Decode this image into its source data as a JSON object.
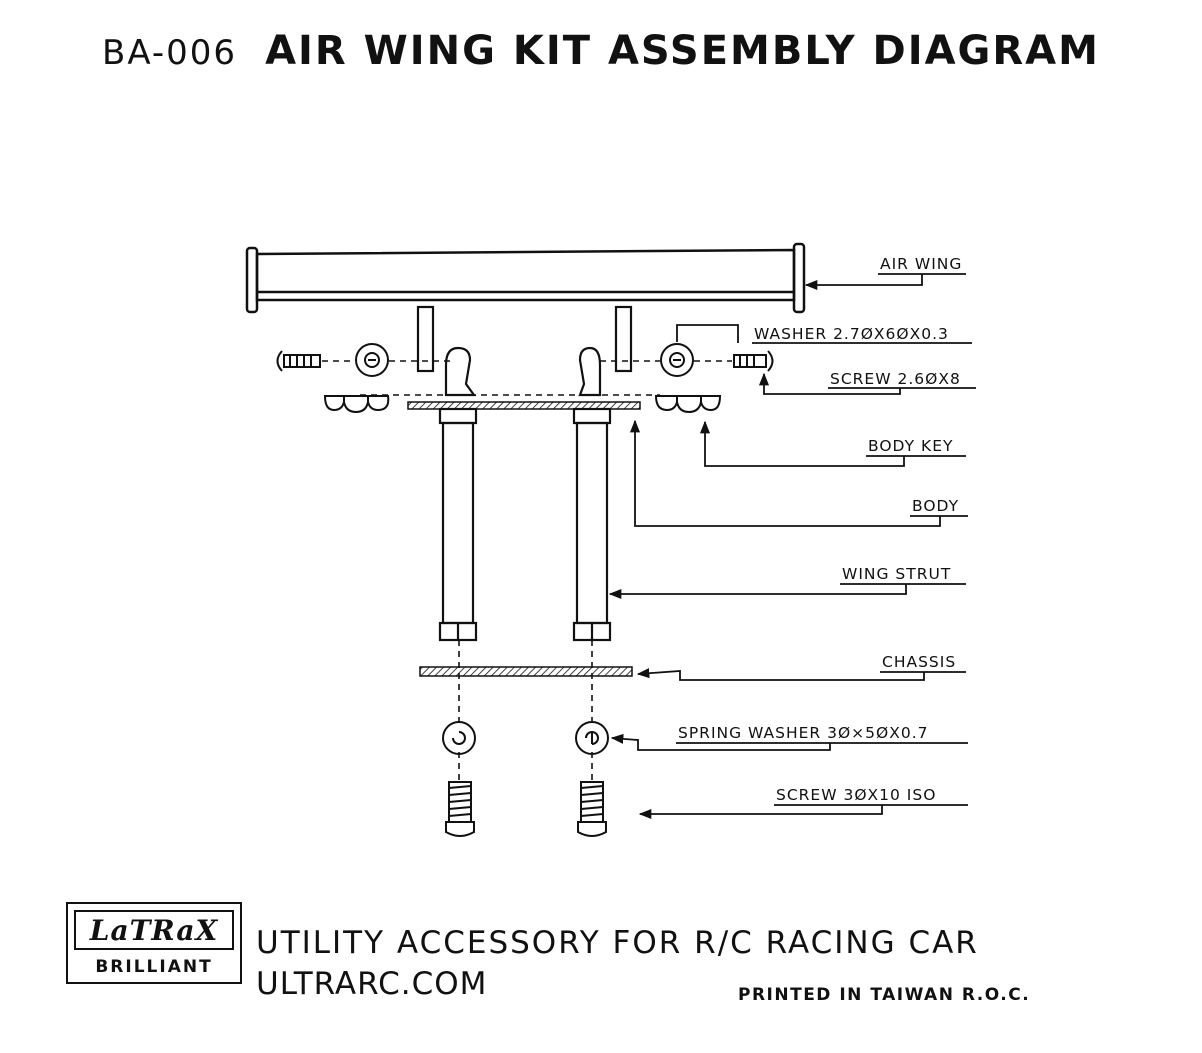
{
  "header": {
    "code": "BA-006",
    "title": "AIR WING KIT ASSEMBLY DIAGRAM"
  },
  "parts": [
    {
      "id": "air_wing",
      "label": "AIR WING"
    },
    {
      "id": "washer",
      "label": "WASHER 2.7ØX6ØX0.3"
    },
    {
      "id": "screw_small",
      "label": "SCREW 2.6ØX8"
    },
    {
      "id": "body_key",
      "label": "BODY KEY"
    },
    {
      "id": "body",
      "label": "BODY"
    },
    {
      "id": "wing_strut",
      "label": "WING STRUT"
    },
    {
      "id": "chassis",
      "label": "CHASSIS"
    },
    {
      "id": "spring_washer",
      "label": "SPRING WASHER 3Ø×5ØX0.7"
    },
    {
      "id": "screw_large",
      "label": "SCREW 3ØX10 ISO"
    }
  ],
  "footer": {
    "logo_brand": "LaTRaX",
    "logo_sub": "BRILLIANT",
    "tagline": "UTILITY ACCESSORY FOR R/C RACING CAR",
    "website": "ULTRARC.COM",
    "printed": "PRINTED IN TAIWAN R.O.C."
  }
}
